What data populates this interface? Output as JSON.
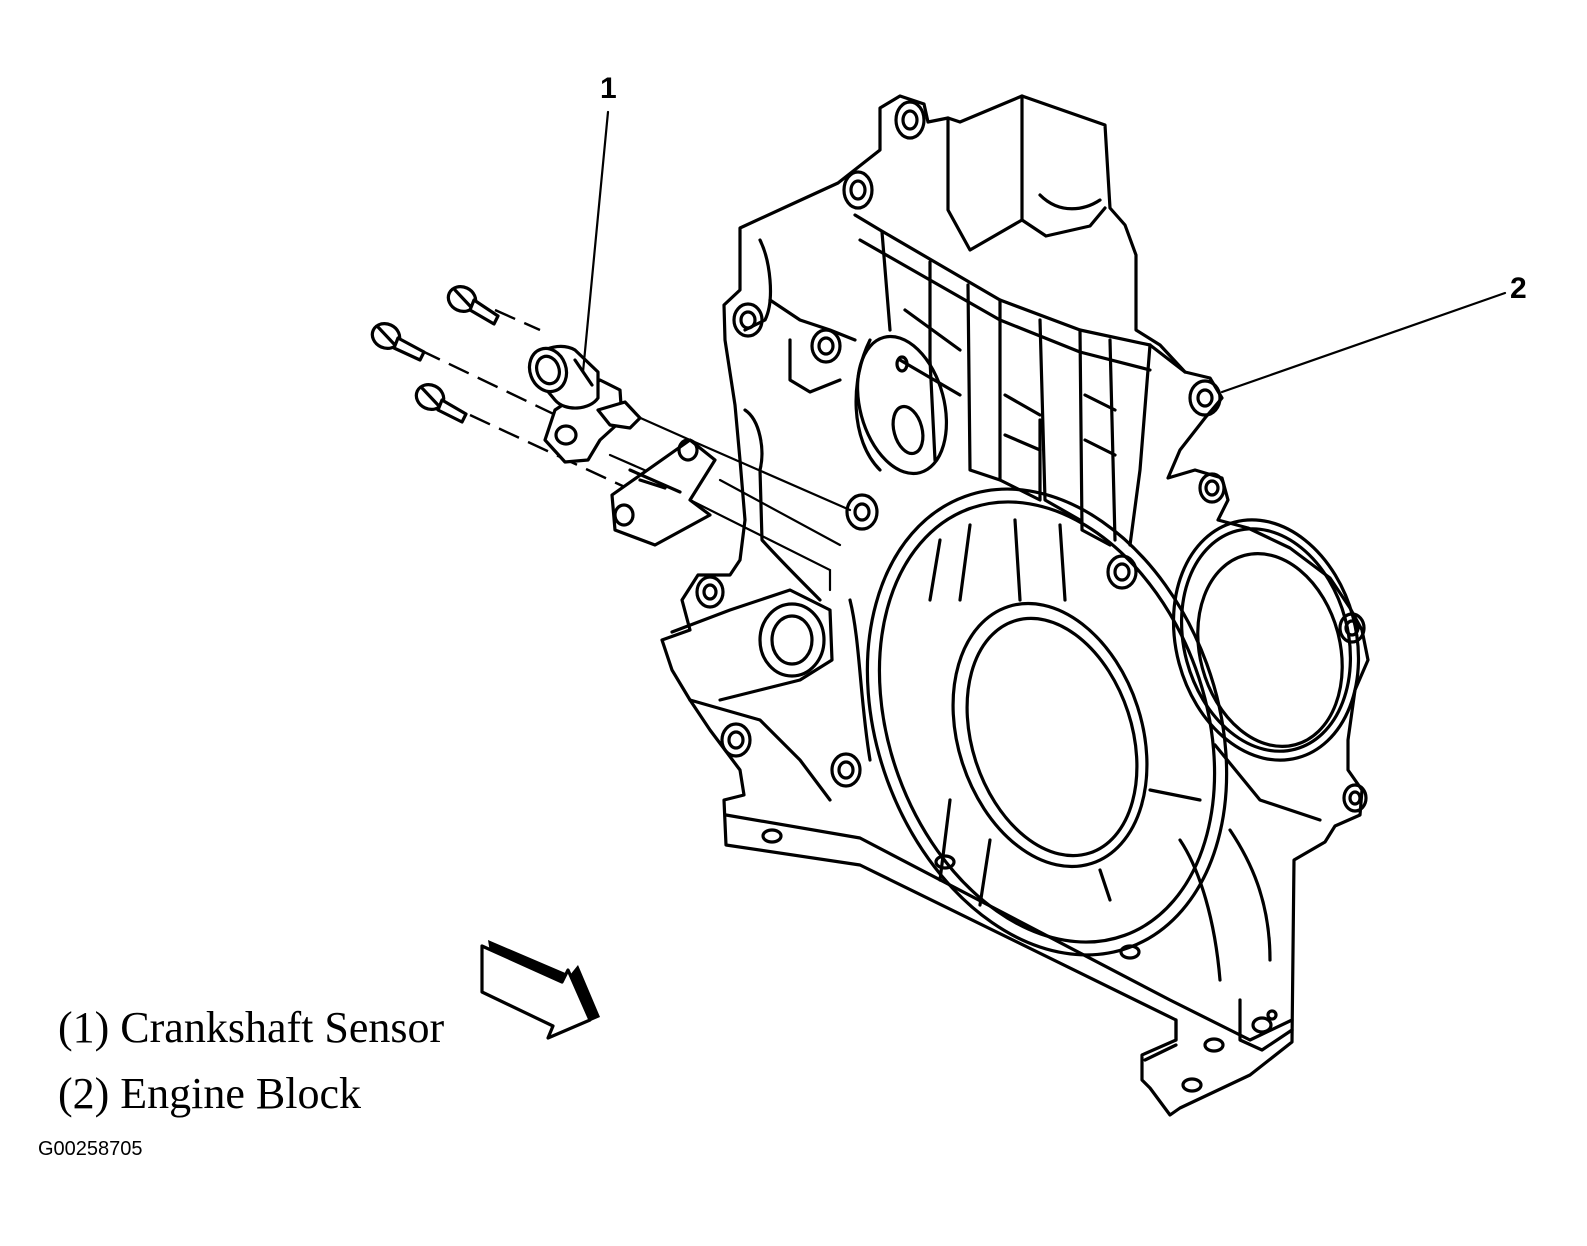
{
  "callouts": [
    {
      "id": "1",
      "label": "1"
    },
    {
      "id": "2",
      "label": "2"
    }
  ],
  "legend": [
    {
      "text": "(1) Crankshaft Sensor"
    },
    {
      "text": "(2) Engine Block"
    }
  ],
  "figure_id": "G00258705",
  "colors": {
    "ink": "#000000",
    "paper": "#ffffff"
  }
}
